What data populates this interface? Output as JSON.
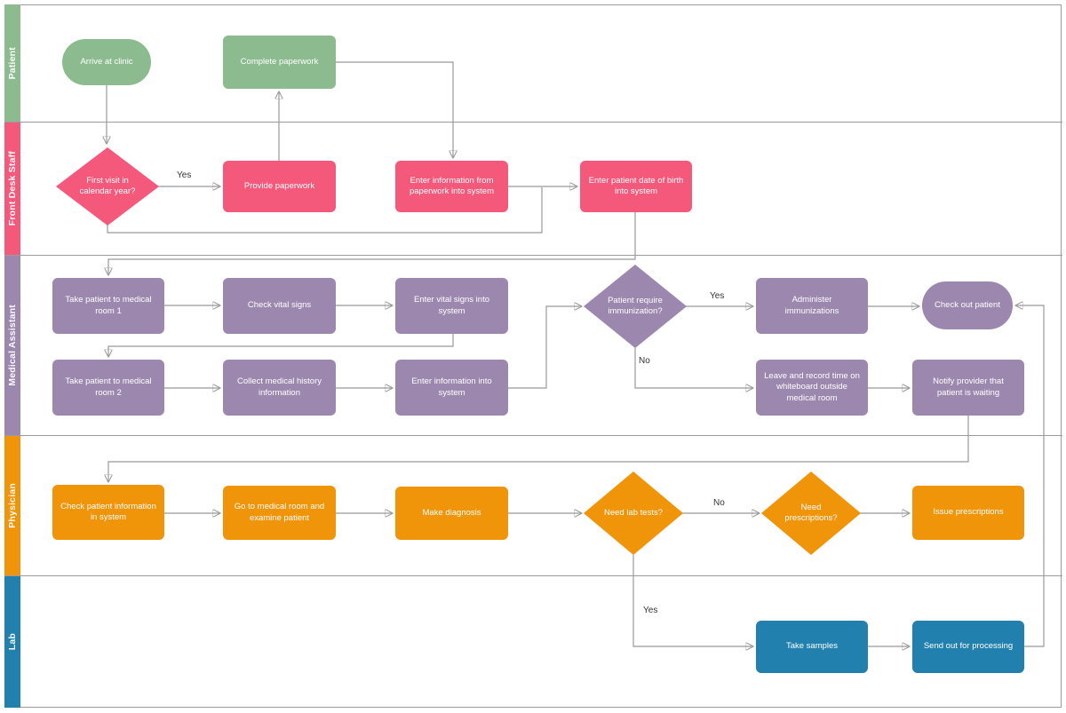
{
  "lanes": [
    {
      "label": "Patient",
      "color": "#8DBB90"
    },
    {
      "label": "Front Desk Staff",
      "color": "#F4587B"
    },
    {
      "label": "Medical Assistant",
      "color": "#9C87AE"
    },
    {
      "label": "Physician",
      "color": "#F0940A"
    },
    {
      "label": "Lab",
      "color": "#2280AE"
    }
  ],
  "nodes": {
    "arrive_at_clinic": "Arrive at clinic",
    "complete_paperwork": "Complete paperwork",
    "first_visit_question": "First visit in calendar year?",
    "provide_paperwork": "Provide paperwork",
    "enter_information_from_paperwork": "Enter information from paperwork into system",
    "enter_patient_dob": "Enter patient date of birth into system",
    "take_patient_room_1": "Take patient to medical room 1",
    "check_vital_signs": "Check vital signs",
    "enter_vital_signs": "Enter vital signs into system",
    "patient_require_immunization": "Patient require immunization?",
    "administer_immunizations": "Administer immunizations",
    "check_out_patient": "Check out patient",
    "take_patient_room_2": "Take patient to medical room 2",
    "collect_medical_history": "Collect medical history information",
    "enter_information_into_system": "Enter information into system",
    "leave_and_record_time": "Leave and record time on whiteboard outside medical room",
    "notify_provider": "Notify provider that patient is waiting",
    "check_patient_information": "Check patient information in system",
    "go_to_medical_room": "Go to medical room and examine patient",
    "make_diagnosis": "Make diagnosis",
    "need_lab_tests": "Need lab tests?",
    "need_prescriptions": "Need prescriptions?",
    "issue_prescriptions": "Issue prescriptions",
    "take_samples": "Take samples",
    "send_out_for_processing": "Send out for processing"
  },
  "edge_labels": {
    "first_visit_yes": "Yes",
    "immunization_yes": "Yes",
    "immunization_no": "No",
    "lab_tests_no": "No",
    "lab_tests_yes": "Yes"
  },
  "connector_color": "#999999"
}
